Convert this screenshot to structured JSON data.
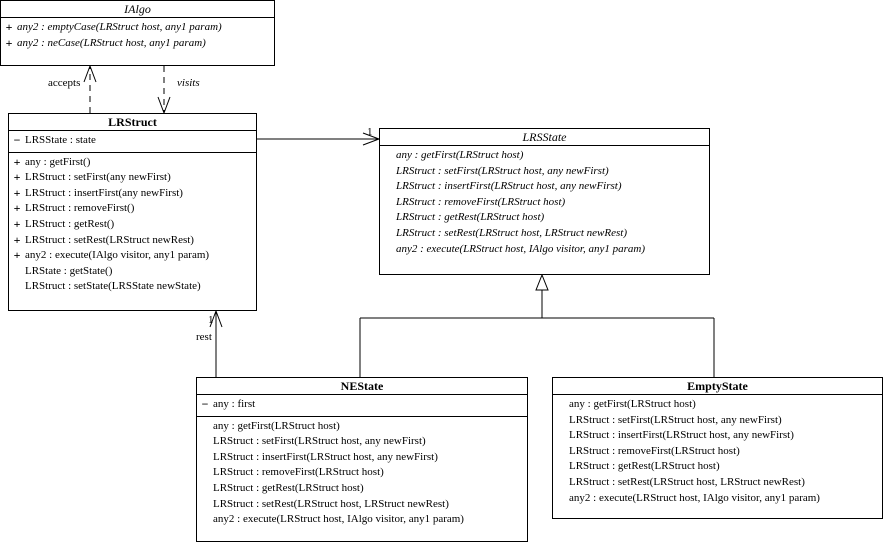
{
  "classes": {
    "ialgo": {
      "name": "IAlgo",
      "methods": [
        {
          "vis": "+",
          "text": "any2 : emptyCase(LRStruct host, any1 param)"
        },
        {
          "vis": "+",
          "text": "any2 : neCase(LRStruct host, any1 param)"
        }
      ]
    },
    "lrstruct": {
      "name": "LRStruct",
      "attributes": [
        {
          "vis": "−",
          "text": "LRSState : state"
        }
      ],
      "methods": [
        {
          "vis": "+",
          "text": "any : getFirst()"
        },
        {
          "vis": "+",
          "text": "LRStruct : setFirst(any newFirst)"
        },
        {
          "vis": "+",
          "text": "LRStruct : insertFirst(any newFirst)"
        },
        {
          "vis": "+",
          "text": "LRStruct : removeFirst()"
        },
        {
          "vis": "+",
          "text": "LRStruct : getRest()"
        },
        {
          "vis": "+",
          "text": "LRStruct : setRest(LRStruct newRest)"
        },
        {
          "vis": "+",
          "text": "any2 : execute(IAlgo visitor, any1 param)"
        },
        {
          "vis": "",
          "text": "LRState : getState()"
        },
        {
          "vis": "",
          "text": "LRStruct : setState(LRSState newState)"
        }
      ]
    },
    "lrsstate": {
      "name": "LRSState",
      "methods": [
        {
          "vis": "",
          "text": "any : getFirst(LRStruct host)"
        },
        {
          "vis": "",
          "text": "LRStruct : setFirst(LRStruct host, any newFirst)"
        },
        {
          "vis": "",
          "text": "LRStruct : insertFirst(LRStruct host, any newFirst)"
        },
        {
          "vis": "",
          "text": "LRStruct : removeFirst(LRStruct host)"
        },
        {
          "vis": "",
          "text": "LRStruct : getRest(LRStruct host)"
        },
        {
          "vis": "",
          "text": "LRStruct : setRest(LRStruct host, LRStruct newRest)"
        },
        {
          "vis": "",
          "text": "any2 : execute(LRStruct host, IAlgo visitor, any1 param)"
        }
      ]
    },
    "nestate": {
      "name": "NEState",
      "attributes": [
        {
          "vis": "−",
          "text": "any : first"
        }
      ],
      "methods": [
        {
          "vis": "",
          "text": "any : getFirst(LRStruct host)"
        },
        {
          "vis": "",
          "text": "LRStruct : setFirst(LRStruct host, any newFirst)"
        },
        {
          "vis": "",
          "text": "LRStruct : insertFirst(LRStruct host, any newFirst)"
        },
        {
          "vis": "",
          "text": "LRStruct : removeFirst(LRStruct host)"
        },
        {
          "vis": "",
          "text": "LRStruct : getRest(LRStruct host)"
        },
        {
          "vis": "",
          "text": "LRStruct : setRest(LRStruct host, LRStruct newRest)"
        },
        {
          "vis": "",
          "text": "any2 : execute(LRStruct host, IAlgo visitor, any1 param)"
        }
      ]
    },
    "emptystate": {
      "name": "EmptyState",
      "methods": [
        {
          "vis": "",
          "text": "any : getFirst(LRStruct host)"
        },
        {
          "vis": "",
          "text": "LRStruct : setFirst(LRStruct host, any newFirst)"
        },
        {
          "vis": "",
          "text": "LRStruct : insertFirst(LRStruct host, any newFirst)"
        },
        {
          "vis": "",
          "text": "LRStruct : removeFirst(LRStruct host)"
        },
        {
          "vis": "",
          "text": "LRStruct : getRest(LRStruct host)"
        },
        {
          "vis": "",
          "text": "LRStruct : setRest(LRStruct host, LRStruct newRest)"
        },
        {
          "vis": "",
          "text": "any2 : execute(LRStruct host, IAlgo visitor, any1 param)"
        }
      ]
    }
  },
  "links": {
    "accepts": "accepts",
    "visits": "visits",
    "state_multiplicity": "1",
    "rest_multiplicity": "1",
    "rest_role": "rest"
  }
}
